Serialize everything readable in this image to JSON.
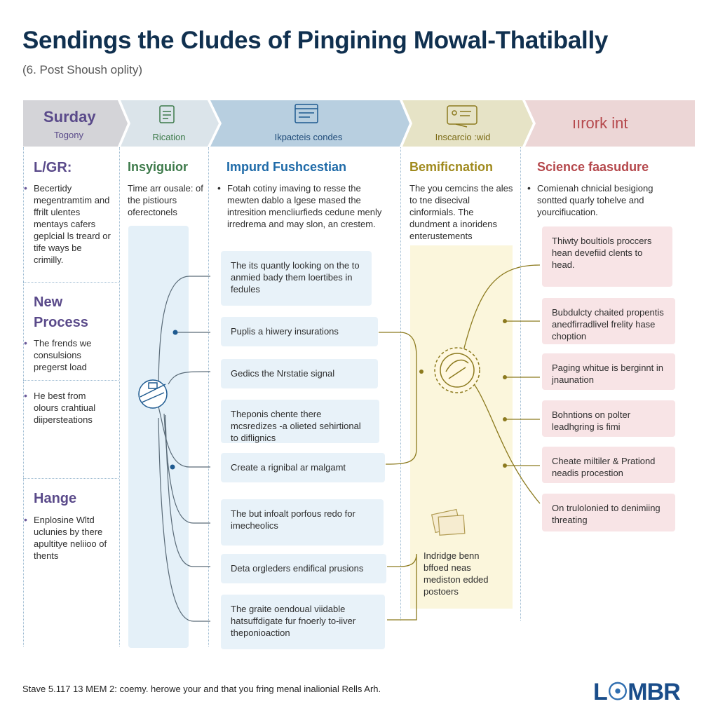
{
  "title": "Sendings the Cludes of Pingining Mowal-Thatibally",
  "subtitle": "(6. Post Shoush oplity)",
  "header": {
    "c1_big": "Surday",
    "c1_small": "Togony",
    "c2": "Rication",
    "c3": "Ikpacteis condes",
    "c4": "Inscarcio :wid",
    "c5": "ıırork int"
  },
  "colors": {
    "purple": "#5a4a8a",
    "green": "#3d7a4a",
    "blue": "#1e6aa8",
    "gold": "#a08a1e",
    "red": "#b5484c"
  },
  "left": {
    "s1_title": "L/GR:",
    "s1_text": "Becertidy megentramtim and ffrilt ulentes mentays cafers geplcial ls treard or tife ways be crimilly.",
    "s2_title_1": "New",
    "s2_title_2": "Process",
    "s2_text_a": "The frends we consulsions pregerst load",
    "s2_text_b": "He best from olours crahtiual diipersteations",
    "s3_title": "Hange",
    "s3_text": "Enplosine Wltd uclunies by there apultitye neliioo of thents"
  },
  "col2": {
    "head": "Insyiguior",
    "text": "Time arr ousale: of the pistiours oferectonels"
  },
  "col3": {
    "head": "Impurd Fushcestian",
    "text": "Fotah cotiny imaving to resse the mewten dablo a lgese mased the intresition mencliurfieds cedune menly irredrema and may slon, an crestem.",
    "boxes": [
      "The its quantly looking on the to anmied bady them loertibes in fedules",
      "Puplis a hiwery insurations",
      "Gedics the Nrstatie signal",
      "Theponis chente there mcsredizes -a olieted sehirtional to diflignics",
      "Create a rignibal ar malgamt",
      "The but infoalt porfous redo for imecheolics",
      "Deta orgleders endifical prusions",
      "The graite oendoual viidable hatsuffdigate fur fnoerly to-iiver theponioaction"
    ]
  },
  "col4": {
    "head": "Bemificnation",
    "text": "The you cemcins the ales to tne disecival cinformials. The dundment a inoridens enterustements",
    "bottom": "Indridge benn bffoed neas mediston edded postoers"
  },
  "col5": {
    "head": "Science faasudure",
    "text": "Comienah chnicial besigiong sontted quarly tohelve and yourcifiucation.",
    "boxes": [
      "Thiwty boultiols proccers hean devefiid clents to head.",
      "Bubdulcty chaited propentis anedfirradlivel frelity hase choption",
      "Paging whitue is berginnt in jnaunation",
      "Bohntions on polter leadhgring is fimi",
      "Cheate miltiler & Prationd neadis procestion",
      "On trulolonied to denimiing threating"
    ]
  },
  "footer": "Stave 5.117 13 MEM 2: coemy. herowe your and that you fring menal inalionial Rells Arh.",
  "logo": {
    "a": "L",
    "b": "☉",
    "c": "MBR"
  }
}
